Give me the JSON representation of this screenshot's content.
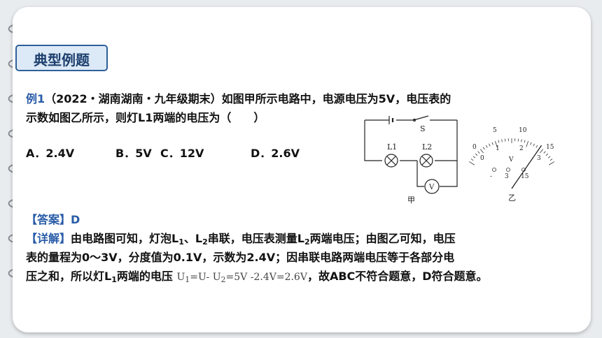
{
  "slide_title": "典型例题",
  "question": {
    "label": "例1",
    "line1_rest": "（2022・湖南湖南・九年级期末）如图甲所示电路中，电源电压为5V，电压表的",
    "line2": "示数如图乙所示，则灯L1两端的电压为（　　）",
    "options": [
      "A．2.4V",
      "B．5V",
      "C．12V",
      "D．2.6V"
    ]
  },
  "answer": {
    "label": "【答案】",
    "value": "D"
  },
  "explanation": {
    "label": "【详解】",
    "l1_a": "由电路图可知，灯泡L",
    "l1_b": "、L",
    "l1_c": "串联，电压表测量L",
    "l1_d": "两端电压；由图乙可知，电压",
    "line2": "表的量程为0～3V，分度值为0.1V，示数为2.4V；因串联电路两端电压等于各部分电",
    "l3_a": "压之和，所以灯L",
    "l3_b": "两端的电压",
    "l3_c": "，故ABC不符合题意，D符合题意。",
    "sub_1": "1",
    "sub_2": "2",
    "formula_a": "U",
    "formula_b": "=U- U",
    "formula_c": "=5V -2.4V=2.6V"
  },
  "circuit": {
    "switch": "S",
    "lamp1": "L1",
    "lamp2": "L2",
    "voltmeter": "V",
    "caption": "甲"
  },
  "meter": {
    "outer_labels": [
      "0",
      "5",
      "10",
      "15"
    ],
    "inner_labels": [
      "0",
      "1",
      "2",
      "3"
    ],
    "unit": "V",
    "terminals": [
      "-",
      "3",
      "15"
    ],
    "caption": "乙",
    "reading_v": 2.4,
    "range_v": 3
  },
  "colors": {
    "accent": "#2a5ca8",
    "title_bg": "#dce9f6"
  }
}
